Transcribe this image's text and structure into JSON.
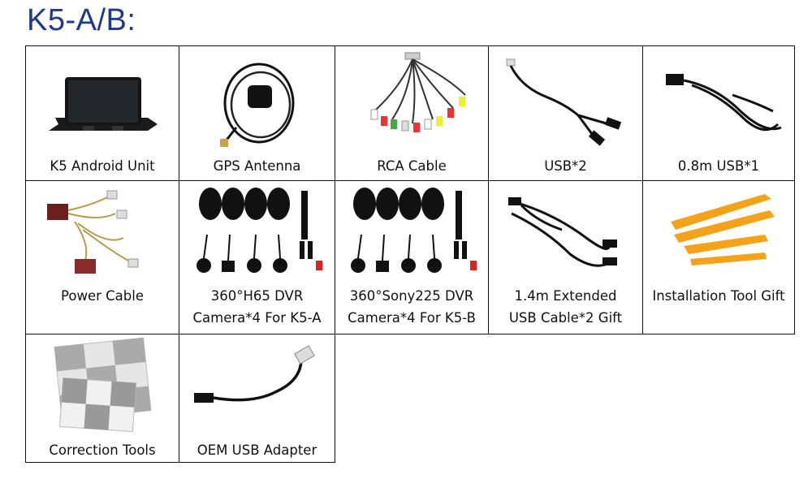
{
  "title": "K5-A/B:",
  "items": [
    {
      "label": "K5 Android Unit",
      "icon": "android-unit-icon"
    },
    {
      "label": "GPS Antenna",
      "icon": "gps-antenna-icon"
    },
    {
      "label": "RCA Cable",
      "icon": "rca-cable-icon"
    },
    {
      "label": "USB*2",
      "icon": "usb-cable-icon"
    },
    {
      "label": "0.8m USB*1",
      "icon": "usb-cable-coiled-icon"
    },
    {
      "label": "Power Cable",
      "icon": "power-harness-icon"
    },
    {
      "label_line1": "360°H65 DVR",
      "label_line2": "Camera*4 For K5-A",
      "icon": "camera-kit-icon"
    },
    {
      "label_line1": "360°Sony225 DVR",
      "label_line2": "Camera*4 For K5-B",
      "icon": "camera-kit-icon"
    },
    {
      "label_line1": "1.4m Extended",
      "label_line2": "USB Cable*2 Gift",
      "icon": "usb-extension-icon"
    },
    {
      "label": "Installation Tool Gift",
      "icon": "pry-tools-icon"
    },
    {
      "label": "Correction Tools",
      "icon": "calibration-cloth-icon"
    },
    {
      "label": "OEM USB Adapter",
      "icon": "usb-adapter-icon"
    }
  ]
}
